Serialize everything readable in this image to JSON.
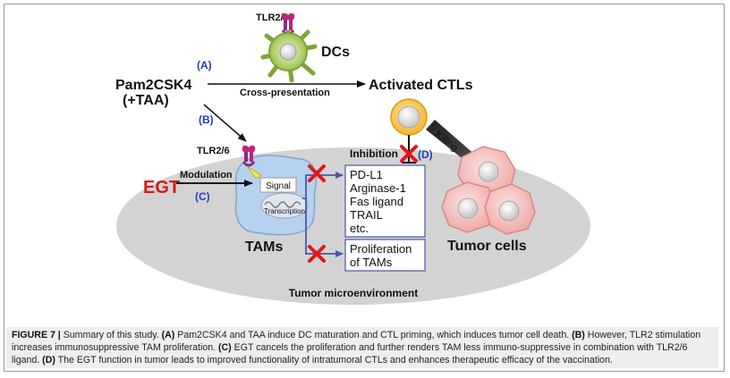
{
  "diagram": {
    "tlr26_top": "TLR2/6",
    "tlr26_tam": "TLR2/6",
    "dcs": "DCs",
    "pam_line1": "Pam2CSK4",
    "pam_line2": "(+TAA)",
    "label_a": "(A)",
    "label_b": "(B)",
    "label_c": "(C)",
    "label_d": "(D)",
    "cross_presentation": "Cross-presentation",
    "activated_ctls": "Activated CTLs",
    "egt": "EGT",
    "modulation": "Modulation",
    "signal": "Signal",
    "transcription": "Transcription",
    "tams": "TAMs",
    "inhibition": "Inhibition",
    "killing": "Killing",
    "box1_lines": [
      "PD-L1",
      "Arginase-1",
      "Fas ligand",
      "TRAIL",
      "etc."
    ],
    "box2_lines": [
      "Proliferation",
      "of TAMs"
    ],
    "tumor_cells": "Tumor cells",
    "tumor_microenvironment": "Tumor microenvironment",
    "colors": {
      "accent_blue": "#1f3fbf",
      "egt_red": "#d11a1a",
      "cross_red": "#e0161b",
      "dc_green": "#b8d86a",
      "tam_blue": "#b6d2ee",
      "ctl_yellow": "#f8c64a",
      "tumor_pink": "#f2b3b0",
      "microenv_gray": "#d3d3d3"
    }
  },
  "caption": {
    "fig_label": "FIGURE 7 |",
    "intro": " Summary of this study. ",
    "a": "(A)",
    "a_text": " Pam2CSK4 and TAA induce DC maturation and CTL priming, which induces tumor cell death. ",
    "b": "(B)",
    "b_text": " However, TLR2 stimulation increases immunosuppressive TAM proliferation. ",
    "c": "(C)",
    "c_text": " EGT cancels the proliferation and further renders TAM less immuno-suppressive in combination with TLR2/6 ligand. ",
    "d": "(D)",
    "d_text": " The EGT function in tumor leads to improved functionality of intratumoral CTLs and enhances therapeutic efficacy of the vaccination."
  }
}
